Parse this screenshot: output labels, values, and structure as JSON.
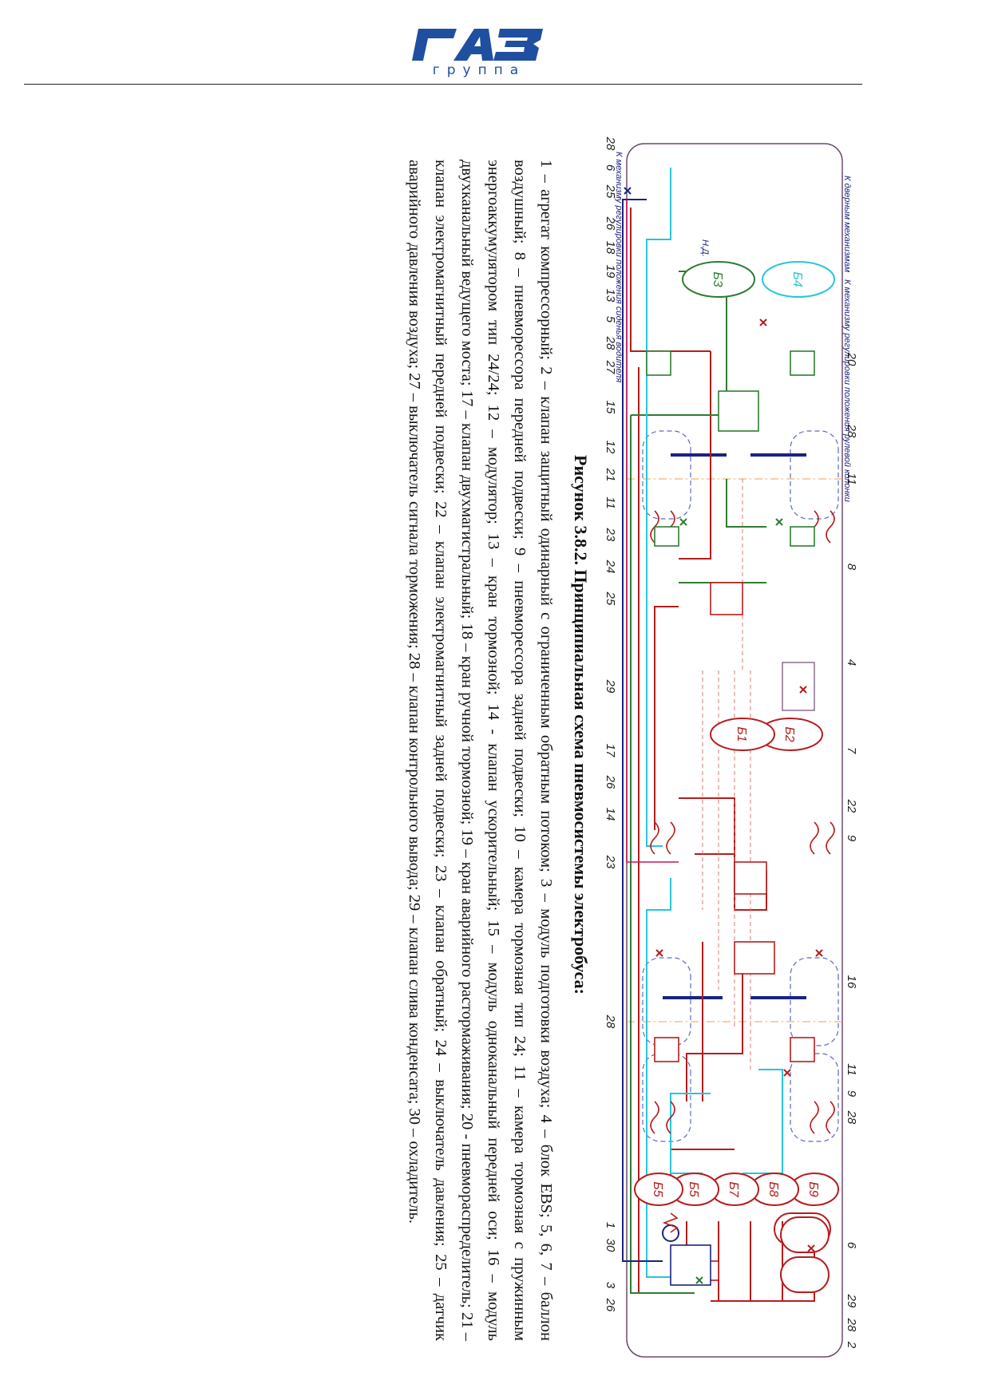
{
  "header": {
    "logo_main": "ГАЗ",
    "logo_sub": "группа"
  },
  "figure": {
    "title": "Рисунок 3.8.2.  Принципиальная схема пневмосистемы электробуса:",
    "legend": "1 – агрегат компрессорный; 2 – клапан защитный одинарный с ограниченным обратным потоком; 3 – модуль подготовки воздуха; 4 – блок EBS; 5, 6, 7 – баллон воздушный; 8 – пневморессора передней подвески; 9 – пневморессора задней подвески; 10 – камера тормозная тип 24; 11 – камера тормозная с пружинным энергоаккумулятором тип 24/24; 12 – модулятор; 13 – кран тормозной; 14 - клапан ускорительный; 15 – модуль одноканальный передней оси; 16 – модуль двухканальный ведущего моста; 17 – клапан двухмагистральный; 18 – кран ручной тормозной; 19 – кран аварийного растормаживания; 20 - пневмораспределитель; 21 – клапан электромагнитный передней подвески; 22 – клапан электромагнитный задней подвески; 23 – клапан обратный; 24 – выключатель давления; 25 – датчик аварийного давления воздуха; 27 – выключатель сигнала торможения; 28 – клапан контрольного вывода; 29 – клапан слива конденсата; 30 – охладитель."
  },
  "scheme": {
    "tanks": [
      "Б9",
      "Б8",
      "Б7",
      "Б5",
      "Б5",
      "Б2",
      "Б1",
      "Б4",
      "Б3"
    ],
    "callouts_top": [
      "29",
      "28",
      "2",
      "28",
      "6",
      "9",
      "11",
      "16",
      "9",
      "22",
      "7",
      "4",
      "8",
      "11",
      "28",
      "20"
    ],
    "callouts_bottom": [
      "26",
      "3",
      "30",
      "1",
      "28",
      "23",
      "14",
      "26",
      "17",
      "29",
      "25",
      "24",
      "23",
      "11",
      "21",
      "12",
      "15",
      "27",
      "28",
      "5",
      "13",
      "6",
      "25",
      "26",
      "18",
      "19",
      "28"
    ],
    "notes": [
      "К механизму регулировки положения рулевой колонки",
      "К дверным механизмам",
      "К механизму регулировки положения сиденья водителя",
      "Н.Д."
    ]
  },
  "colors": {
    "logo_blue": "#1f4fa0",
    "line_red": "#b71c1c",
    "line_green": "#2e7d32",
    "line_cyan": "#26c6da",
    "line_blue": "#1a237e",
    "line_magenta": "#c2185b",
    "frame": "#6d4c6d"
  }
}
